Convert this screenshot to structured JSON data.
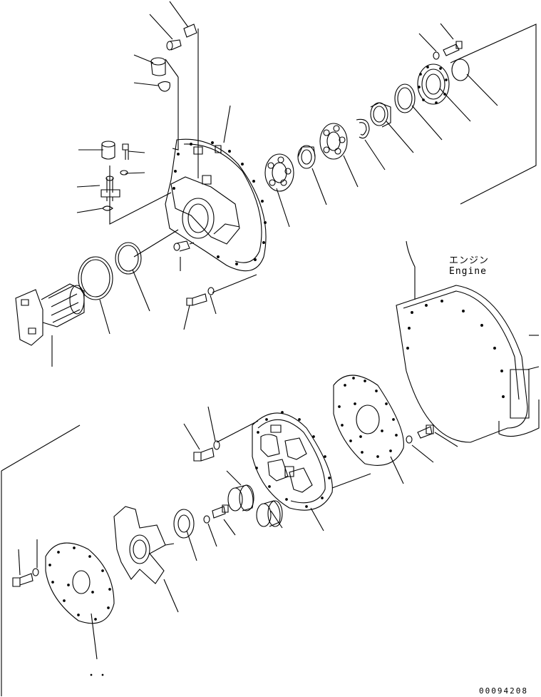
{
  "labels": {
    "engine_jp": "エンジン",
    "engine_en": "Engine",
    "drawing_number": "00094208"
  },
  "colors": {
    "line": "#000000",
    "background": "#ffffff"
  }
}
